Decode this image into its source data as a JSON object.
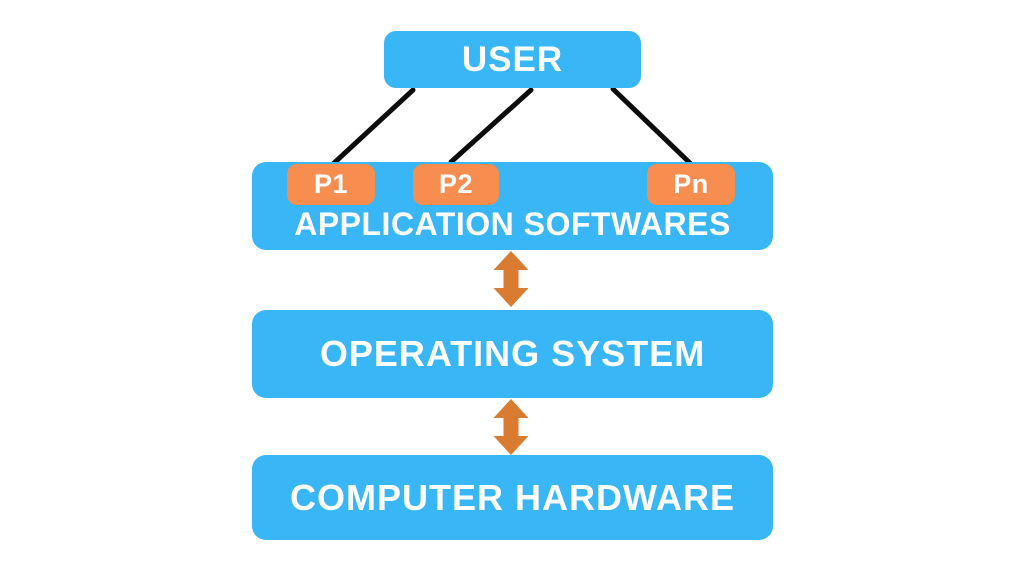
{
  "colors": {
    "box_blue": "#38b6f5",
    "process_orange": "#f78e50",
    "arrow_orange": "#d97b31",
    "connector_black": "#0d0d0d",
    "label_white": "#ffffff",
    "background": "#ffffff"
  },
  "diagram": {
    "user": {
      "label": "USER"
    },
    "application": {
      "label": "APPLICATION SOFTWARES",
      "processes": [
        {
          "label": "P1"
        },
        {
          "label": "P2"
        },
        {
          "label": "Pn"
        }
      ]
    },
    "operating_system": {
      "label": "OPERATING SYSTEM"
    },
    "hardware": {
      "label": "COMPUTER HARDWARE"
    }
  }
}
